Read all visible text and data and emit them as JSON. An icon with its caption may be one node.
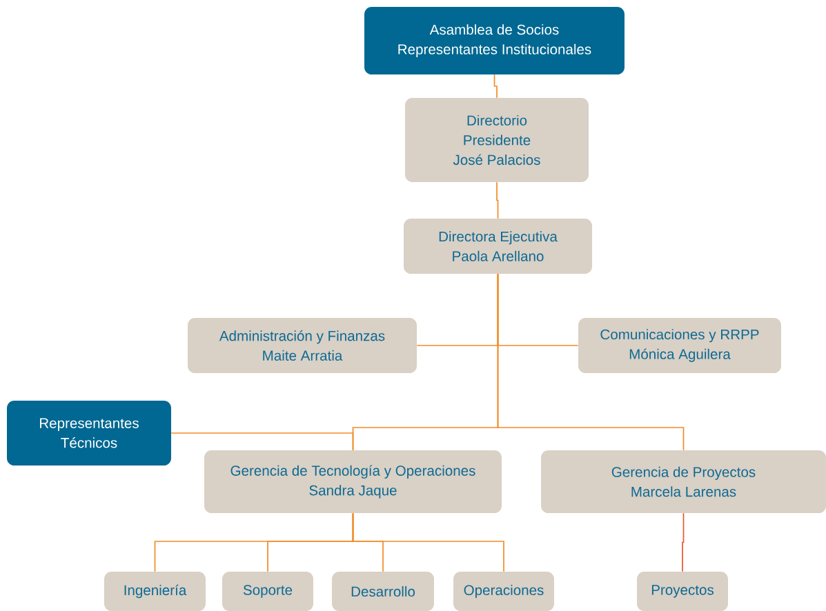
{
  "diagram": {
    "nodes": [
      {
        "text": [
          "Asamblea de Socios",
          "Representantes Institucionales"
        ]
      },
      {
        "text": [
          "Directorio",
          "Presidente",
          "José Palacios"
        ]
      },
      {
        "text": [
          "Directora Ejecutiva",
          "Paola Arellano"
        ]
      },
      {
        "text": [
          "Administración y Finanzas",
          "Maite Arratia"
        ]
      },
      {
        "text": [
          "Comunicaciones y RRPP",
          "Mónica Aguilera"
        ]
      },
      {
        "text": [
          "Representantes Técnicos"
        ]
      },
      {
        "text": [
          "Gerencia de Tecnología y Operaciones",
          "Sandra Jaque"
        ]
      },
      {
        "text": [
          "Gerencia de Proyectos",
          "Marcela Larenas"
        ]
      },
      {
        "text": [
          "Ingeniería"
        ]
      },
      {
        "text": [
          "Soporte"
        ]
      },
      {
        "text": [
          "Desarrollo"
        ]
      },
      {
        "text": [
          "Operaciones"
        ]
      },
      {
        "text": [
          "Proyectos"
        ]
      }
    ],
    "edges": [
      {
        "from": 0,
        "to": 1,
        "arrow": "none"
      },
      {
        "from": 1,
        "to": 2,
        "arrow": "none"
      },
      {
        "from": 2,
        "to": 3,
        "arrow": "none"
      },
      {
        "from": 2,
        "to": 4,
        "arrow": "none"
      },
      {
        "from": 2,
        "to": 6,
        "arrow": "none"
      },
      {
        "from": 2,
        "to": 7,
        "arrow": "none"
      },
      {
        "from": 5,
        "to": 6,
        "arrow": "none"
      },
      {
        "from": 6,
        "to": 8,
        "arrow": "none"
      },
      {
        "from": 6,
        "to": 9,
        "arrow": "none"
      },
      {
        "from": 6,
        "to": 10,
        "arrow": "none"
      },
      {
        "from": 6,
        "to": 11,
        "arrow": "none"
      },
      {
        "from": 7,
        "to": 12,
        "arrow": "none",
        "color": "#e85a2e"
      }
    ]
  }
}
